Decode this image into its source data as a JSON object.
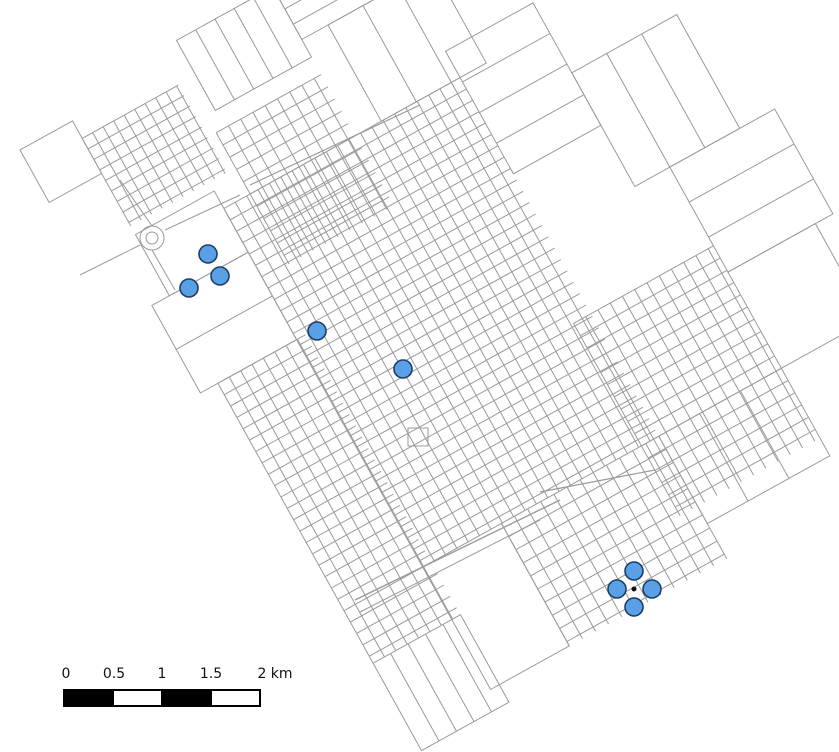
{
  "map": {
    "street_color": "#9a9a9a",
    "marker_fill": "#5aa0e6",
    "marker_stroke": "#1d3f66",
    "background": "#ffffff"
  },
  "markers": [
    {
      "name": "point-northwest-1"
    },
    {
      "name": "point-northwest-2"
    },
    {
      "name": "point-northwest-3"
    },
    {
      "name": "point-center-west"
    },
    {
      "name": "point-center"
    },
    {
      "name": "point-southeast-north"
    },
    {
      "name": "point-southeast-west"
    },
    {
      "name": "point-southeast-east"
    },
    {
      "name": "point-southeast-south"
    }
  ],
  "scale_bar": {
    "labels": [
      "0",
      "0.5",
      "1",
      "1.5",
      "2 km"
    ],
    "colors": [
      "#000000",
      "#ffffff"
    ]
  }
}
